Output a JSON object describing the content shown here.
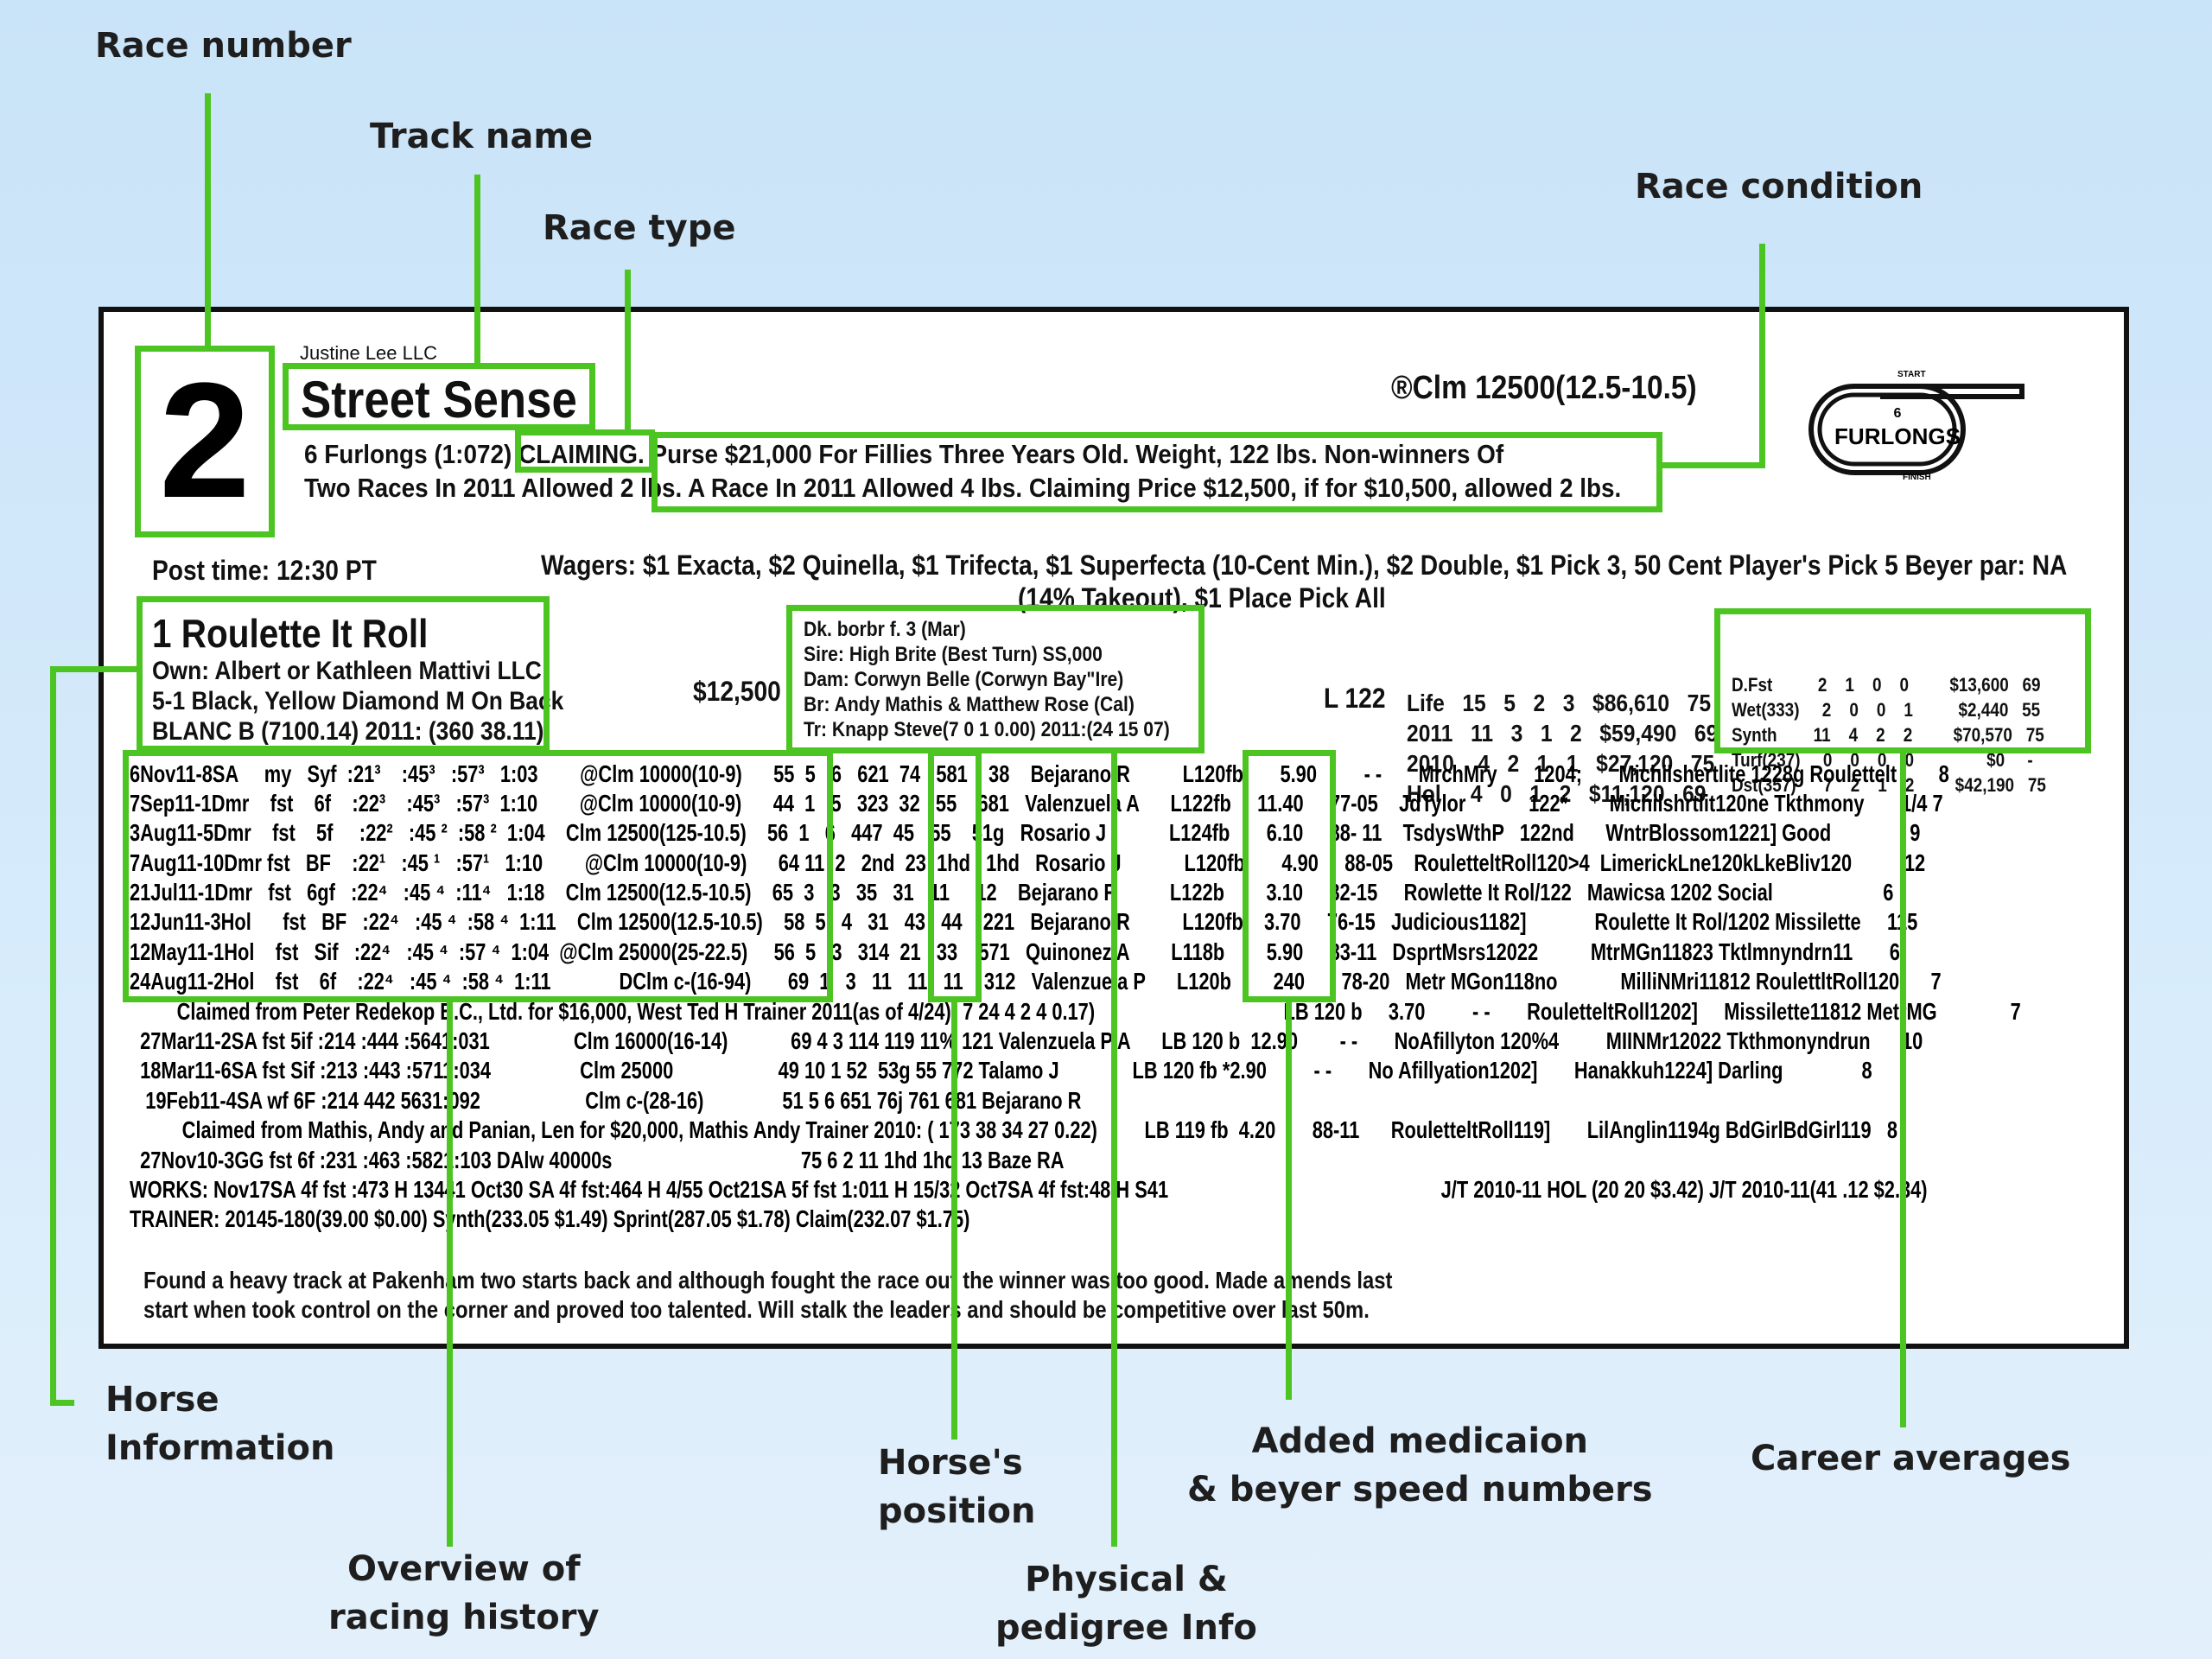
{
  "annotations": {
    "race_number": "Race number",
    "track_name": "Track name",
    "race_type": "Race type",
    "race_condition": "Race condition",
    "horse_information": [
      "Horse",
      "Information"
    ],
    "overview": [
      "Overview of",
      "racing history"
    ],
    "horse_position": [
      "Horse's",
      "position"
    ],
    "physical": [
      "Physical &",
      "pedigree Info"
    ],
    "medication": [
      "Added medicaion",
      "& beyer speed numbers"
    ],
    "career": "Career averages"
  },
  "card": {
    "owner_small": "Justine Lee LLC",
    "race_number": "2",
    "track_name": "Street Sense",
    "race_class": "®Clm 12500(12.5-10.5)",
    "distance_prefix": "6 Furlongs (1:072)",
    "race_type": "CLAIMING.",
    "conditions_1": "Purse $21,000 For Fillies Three Years Old. Weight, 122 lbs. Non-winners Of",
    "conditions_2": "Two Races In 2011 Allowed 2 lbs. A Race In 2011 Allowed 4 lbs. Claiming Price $12,500, if for $10,500, allowed 2 lbs.",
    "track_icon": {
      "start": "START",
      "distance": "6",
      "unit": "FURLONGS",
      "finish": "FINISH"
    },
    "post_time": "Post time: 12:30 PT",
    "wagers_1": "Wagers: $1 Exacta, $2 Quinella, $1 Trifecta, $1 Superfecta (10-Cent Min.), $2 Double, $1 Pick 3, 50 Cent Player's Pick 5 Beyer par: NA",
    "wagers_2": "(14% Takeout), $1 Place Pick All",
    "horse": {
      "name": "1 Roulette It Roll",
      "owner": "Own: Albert or Kathleen Mattivi LLC",
      "silks": "5-1 Black, Yellow Diamond M On Back",
      "rider": "BLANC B (7100.14) 2011: (360 38.11)"
    },
    "price": "$12,500",
    "pedigree": [
      "Dk. borbr f. 3 (Mar)",
      "Sire: High Brite (Best Turn) SS,000",
      "Dam: Corwyn Belle (Corwyn Bay\"Ire)",
      "Br: Andy Mathis & Matthew Rose (Cal)",
      "Tr: Knapp Steve(7 0 1 0.00) 2011:(24 15 07)"
    ],
    "weight": "L 122",
    "life_stats": [
      "Life   15   5   2   3   $86,610   75",
      "2011   11   3   1   2   $59,490   69",
      "2010    4   2   1   1   $27,120   75",
      "Hol     4   0   1   2   $11,120   69"
    ],
    "career": [
      "D.Fst          2    1    0    0         $13,600   69",
      "Wet(333)     2    0    0    1          $2,440   55",
      "Synth        11    4    2    2         $70,570   75",
      "Turf(237)     0    0    0    0                $0     -",
      "Dst(357)      7    2    1    2         $42,190   75"
    ],
    "past_performances": [
      "6Nov11-8SA     my   Syf  :21³    :45³   :57³   1:03        @Clm 10000(10-9)      55  5   6   621  74   581    38    Bejarano R          L120fb       5.90         - -       MrchMry       1204;       Michilshertlite 1228g Roulettelt        8",
      "7Sep11-1Dmr    fst    6f    :22³    :45³   :57³  1:10        @Clm 10000(10-9)      44  1   5   323  32   55    681   Valenzuela A      L122fb     11.40     77-05    JdTylor            122*        Michilshrtlit120ne Tkthmony       1/4 7",
      "3Aug11-5Dmr    fst    5f     :22²   :45 ²  :58 ²  1:04    Clm 12500(125-10.5)    56  1   6   447  45   55    51g   Rosario J            L124fb       6.10     88- 11    TsdysWthP   122nd      WntrBlossom1221] Good               9",
      "7Aug11-10Dmr fst   BF    :22¹   :45 ¹   :57¹   1:10        @Clm 10000(10-9)      64 11  2   2nd  23  1hd   1hd   Rosario J            L120fb       4.90     88-05    RouletteltRoll120>4  LimerickLne120kLkeBliv120          12",
      "21Jul11-1Dmr   fst   6gf   :22⁴   :45 ⁴  :11⁴   1:18    Clm 12500(12.5-10.5)    65  3   3   35   31   11     12    Bejarano R          L122b        3.10     82-15     Rowlette It Rol/122   Mawicsa 1202 Social                     6",
      "12Jun11-3Hol      fst   BF   :22⁴   :45 ⁴  :58 ⁴  1:11    Clm 12500(12.5-10.5)    58  5   4   31   43   44    221   Bejarano R          L120fb    3.70     76-15   Judicious1182]             Roulette It Rol/1202 Missilette     115",
      "12May11-1Hol    fst   Sif   :22⁴   :45 ⁴  :57 ⁴  1:04  @Clm 25000(25-22.5)     56  5   3   314  21   33    571   Quinonez A        L118b        5.90     83-11   DsprtMsrs12022          MtrMGn11823 Tktlmnyndrn11       6",
      "24Aug11-2Hol    fst    6f    :22⁴   :45 ⁴  :58 ⁴  1:11             DClm c-(16-94)       69  1   3   11   11   11    312   Valenzuela P      L120b        240       78-20   Metr MGon118no            MilliNMri11812 RoulettltRoll120      7",
      "         Claimed from Peter Redekop B.C., Ltd. for $16,000, West Ted H Trainer 2011(as of 4/24): 7 24 4 2 4 0.17)                                    LB 120 b     3.70         - -       RouletteltRoll1202]     Missilette11812 MetrMG              7",
      "  27Mar11-2SA fst 5if :214 :444 :5641:031                Clm 16000(16-14)            69 4 3 114 119 11% 121 Valenzuela P A      LB 120 b  12.90        - -       NoAfillyton 120%4         MIINMr12022 Tkthmonyndrun      10",
      "  18Mar11-6SA fst Sif :213 :443 :5711:034                 Clm 25000                    49 10 1 52  53g 55 772 Talamo J              LB 120 fb *2.90         - -       No Afillyation1202]       Hanakkuh1224] Darling               8",
      "   19Feb11-4SA wf 6F :214 442 5631:092                    Clm c-(28-16)               51 5 6 651 76j 761 681 Bejarano R",
      "          Claimed from Mathis, Andy and Panian, Len for $20,000, Mathis Andy Trainer 2010: ( 173 38 34 27 0.22)         LB 119 fb  4.20       88-11      RouletteltRoll119]       LilAnglin1194g BdGirlBdGirl119   8",
      "  27Nov10-3GG fst 6f :231 :463 :5821:103 DAlw 40000s                                    75 6 2 11 1hd 1hd 13 Baze RA",
      "WORKS: Nov17SA 4f fst :473 H 13441 Oct30 SA 4f fst:464 H 4/55 Oct21SA 5f fst 1:011 H 15/32 Oct7SA 4f fst:48 H S41                                                    J/T 2010-11 HOL (20 20 $3.42) J/T 2010-11(41 .12 $2.34)",
      "TRAINER: 20145-180(39.00 $0.00) Synth(233.05 $1.49) Sprint(287.05 $1.78) Claim(232.07 $1.75)"
    ],
    "comment_1": "Found a heavy track at Pakenham two starts back and although fought the race out the winner was too good. Made amends last",
    "comment_2": "start when took control on the corner and proved too talented. Will stalk the leaders and should be competitive over last 50m."
  }
}
